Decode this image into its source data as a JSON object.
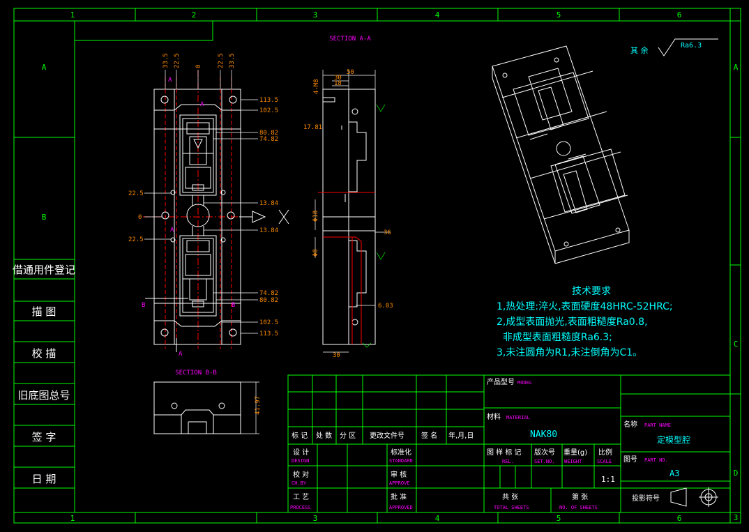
{
  "frame": {
    "col_labels": [
      "1",
      "2",
      "3",
      "4",
      "5",
      "6"
    ],
    "row_labels": [
      "A",
      "B",
      "C",
      "D"
    ],
    "side_labels": [
      "借通用件登记",
      "描 图",
      "校 描",
      "旧底图总号",
      "签 字",
      "日 期"
    ],
    "corner": "3"
  },
  "section_aa": {
    "title": "SECTION A-A"
  },
  "section_bb": {
    "title": "SECTION B-B"
  },
  "roughness": {
    "prefix": "其 余",
    "value": "Ra6.3"
  },
  "front_view": {
    "top_dims": [
      "33.5",
      "22.5",
      "0",
      "22.5",
      "33.5"
    ],
    "right_dims": [
      "113.5",
      "102.5",
      "80.82",
      "74.82",
      "13.84",
      "13.84",
      "74.82",
      "80.82",
      "102.5",
      "113.5"
    ],
    "left_dims": [
      "22.5",
      "0",
      "22.5"
    ],
    "marks": [
      "A",
      "A",
      "A",
      "A",
      "B",
      "B",
      "X"
    ]
  },
  "side_view": {
    "dims": [
      "50",
      "30",
      "18",
      "4-M8",
      "17.81",
      "Φ18",
      "Φ8",
      "36",
      "6.03",
      "30"
    ]
  },
  "bb_dim": "41.97",
  "tech": {
    "title": "技术要求",
    "lines": [
      "1,热处理:淬火,表面硬度48HRC-52HRC;",
      "2,成型表面抛光,表面粗糙度Ra0.8,",
      "  非成型表面粗糙度Ra6.3;",
      "3,未注圆角为R1,未注倒角为C1。"
    ]
  },
  "title_block": {
    "model_label": "产品型号",
    "model_en": "MODEL",
    "material_label": "材料",
    "material_en": "MATERIAL",
    "material_value": "NAK80",
    "part_name_label": "名称",
    "part_name_en": "PART NAME",
    "part_name_value": "定模型腔",
    "part_no_label": "图号",
    "part_no_en": "PART NO.",
    "part_no_value": "A3",
    "rev_row": [
      "标 记",
      "处 数",
      "分 区",
      "更改文件号",
      "签 名",
      "年,月,日"
    ],
    "design": "设 计",
    "design_en": "DESIGN",
    "check": "校 对",
    "check_en": "CH.BY",
    "process": "工 艺",
    "process_en": "PROCESS",
    "standard": "标准化",
    "standard_en": "STANDARD",
    "approve": "审 核",
    "approve_en": "APPROVE",
    "ratify": "批 准",
    "ratify_en": "APPROVED",
    "col_heads": [
      "图 样 标 记",
      "版次号",
      "重量(g)",
      "比例"
    ],
    "col_heads_en": [
      "REL.",
      "SET.NO.",
      "WEIGHT",
      "SCALE"
    ],
    "scale_value": "1:1",
    "sheets_total": "共 张",
    "sheets_total_en": "TOTAL SHEETS",
    "sheets_no": "第 张",
    "sheets_no_en": "NO. OF SHEETS",
    "projection": "投影符号"
  }
}
